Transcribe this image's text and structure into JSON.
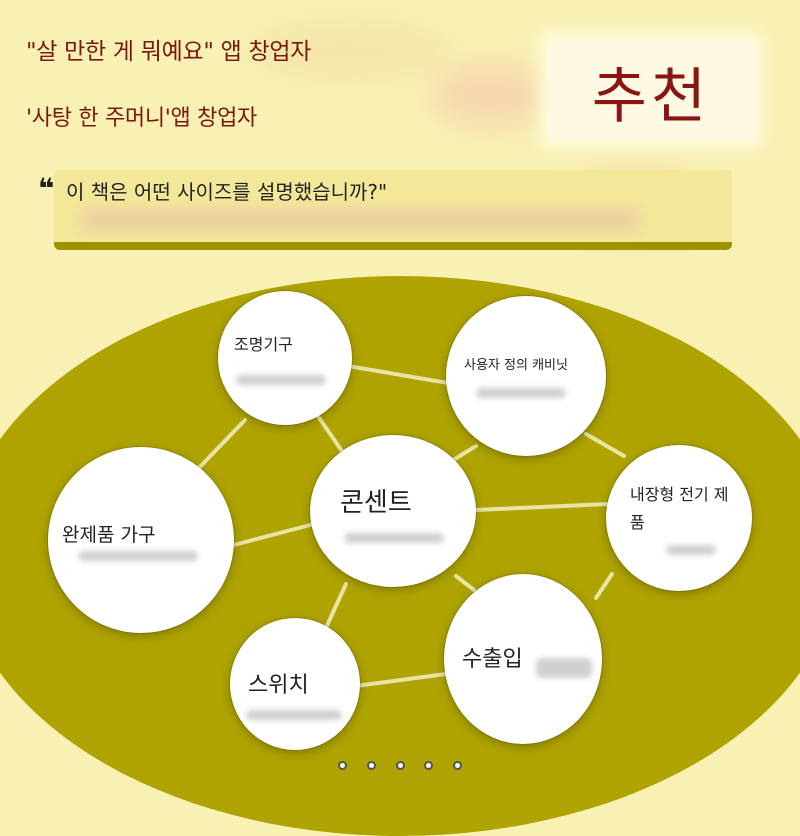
{
  "header": {
    "line1": "\"살 만한 게 뭐예요\" 앱 창업자",
    "line2": "'사탕 한 주머니'앱 창업자",
    "badge": "추천"
  },
  "quote": {
    "mark": "❝",
    "text": "이 책은 어떤 사이즈를 설명했습니까?\""
  },
  "nodes": {
    "lighting": "조명기구",
    "cabinet": "사용자 정의 캐비닛",
    "outlet": "콘센트",
    "furniture": "완제품 가구",
    "builtin": "내장형 전기 제품",
    "switch": "스위치",
    "inout": "수출입"
  },
  "pager": {
    "count": 5,
    "active_index": 0
  },
  "colors": {
    "background": "#f8f1b3",
    "stage": "#aea300",
    "accent_red": "#8b1513",
    "connector": "#e8e4a4"
  }
}
